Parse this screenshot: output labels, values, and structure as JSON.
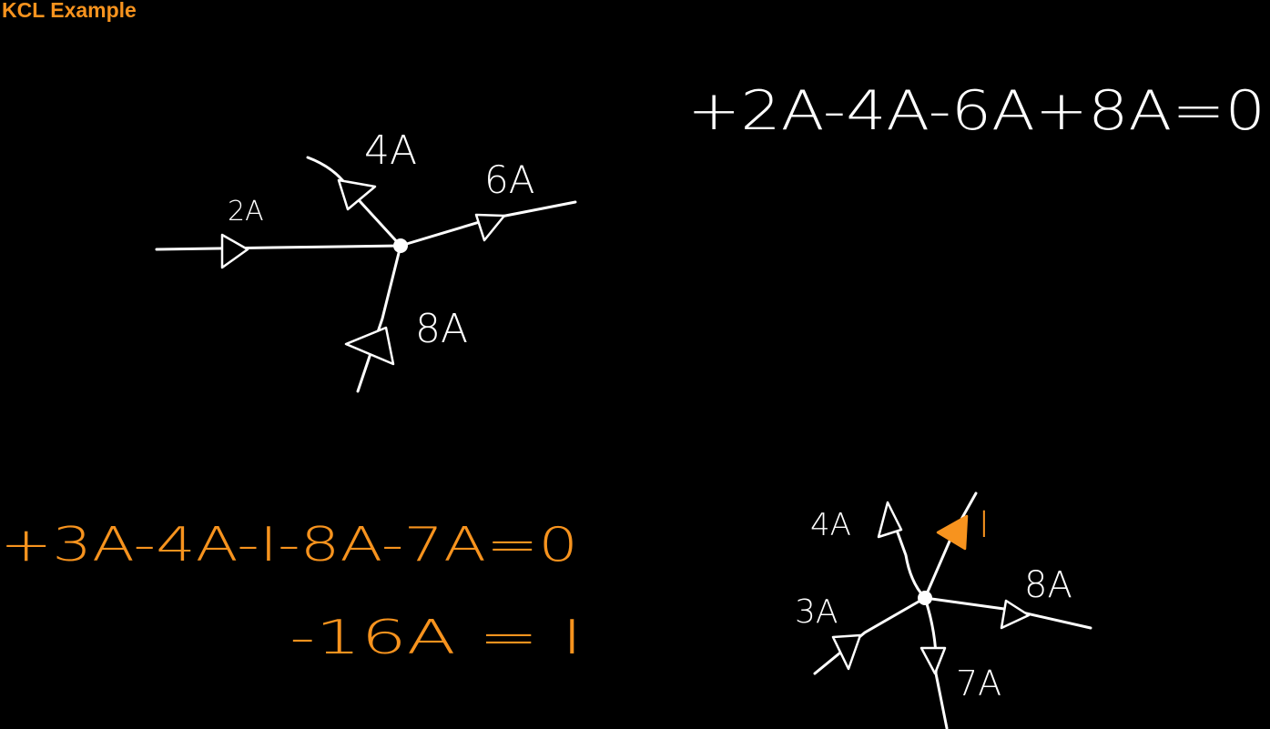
{
  "title": "KCL Example",
  "colors": {
    "background": "#000000",
    "ink": "#ffffff",
    "accent": "#f7931e"
  },
  "example1": {
    "labels": {
      "a": "2A",
      "b": "4A",
      "c": "6A",
      "d": "8A"
    },
    "equation": "+2A-4A-6A+8A=0"
  },
  "example2": {
    "labels": {
      "a": "4A",
      "b": "I",
      "c": "8A",
      "d": "3A",
      "e": "7A"
    },
    "equation": "+3A-4A-I-8A-7A=0",
    "result": "-16A = I"
  }
}
